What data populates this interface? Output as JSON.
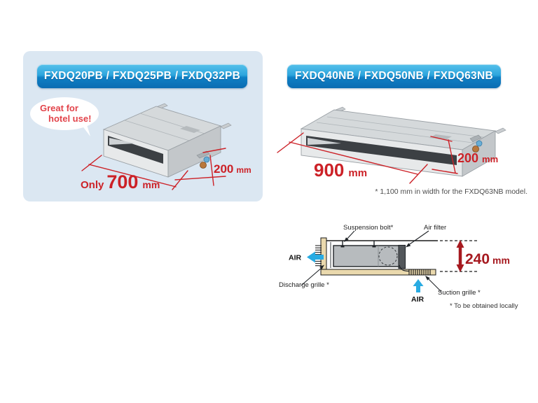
{
  "page": {
    "background": "#ffffff"
  },
  "colors": {
    "banner_gradient_top": "#55c0ea",
    "banner_gradient_bottom": "#0a6cb2",
    "panel_background": "#dbe7f2",
    "dimension_red": "#cc2127",
    "dark_red": "#a6191f",
    "air_arrow_blue": "#29abe2",
    "bulkhead_tan": "#ead9ad",
    "bubble_text_red": "#e2434a"
  },
  "left_panel": {
    "banner": "FXDQ20PB / FXDQ25PB / FXDQ32PB",
    "bubble": {
      "line1": "Great for",
      "line2": "hotel use!"
    },
    "width_dim": {
      "prefix": "Only",
      "value": "700",
      "unit": "mm"
    },
    "height_dim": {
      "value": "200",
      "unit": "mm"
    }
  },
  "right_panel": {
    "banner": "FXDQ40NB / FXDQ50NB / FXDQ63NB",
    "width_dim": {
      "value": "900",
      "unit": "mm"
    },
    "height_dim": {
      "value": "200",
      "unit": "mm"
    },
    "footnote": "* 1,100 mm in width for the FXDQ63NB model."
  },
  "diagram": {
    "labels": {
      "suspension_bolt": "Suspension bolt*",
      "air_filter": "Air filter",
      "air_out": "AIR",
      "air_in": "AIR",
      "discharge_grille": "Discharge grille *",
      "suction_grille": "Suction grille *",
      "note": "* To be obtained locally"
    },
    "height_dim": {
      "value": "240",
      "unit": "mm"
    }
  }
}
